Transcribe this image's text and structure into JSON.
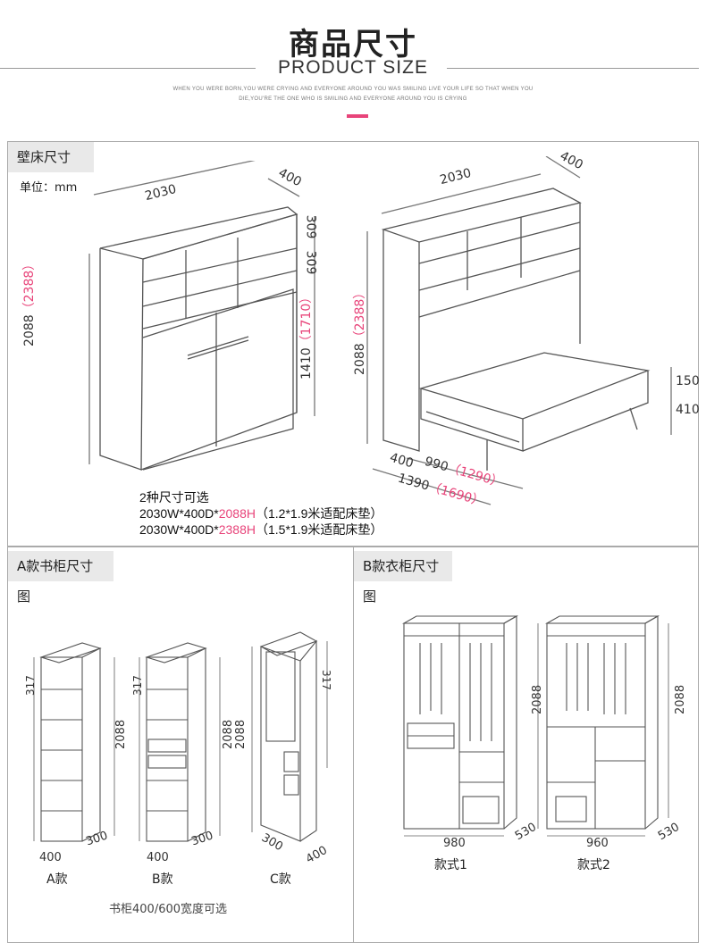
{
  "header": {
    "title_cn": "商品尺寸",
    "title_en": "PRODUCT SIZE",
    "tagline_1": "WHEN YOU WERE BORN,YOU WERE CRYING AND EVERYONE AROUND YOU WAS SMILING LIVE YOUR LIFE SO THAT WHEN YOU",
    "tagline_2": "DIE,YOU'RE THE ONE WHO IS SMILING AND EVERYONE AROUND YOU IS CRYING"
  },
  "bed_section": {
    "label": "壁床尺寸",
    "unit": "单位：mm",
    "options_title": "2种尺寸可选",
    "option_1_prefix": "2030W*400D*",
    "option_1_height": "2088H",
    "option_1_suffix": "（1.2*1.9米适配床垫）",
    "option_2_prefix": "2030W*400D*",
    "option_2_height": "2388H",
    "option_2_suffix": "（1.5*1.9米适配床垫）",
    "left_dims": {
      "width": "2030",
      "depth": "400",
      "shelf_1": "309",
      "shelf_2": "309",
      "height": "2088",
      "height_alt": "（2388）",
      "door": "1410",
      "door_alt": "（1710）"
    },
    "right_dims": {
      "width": "2030",
      "depth": "400",
      "height": "2088",
      "height_alt": "（2388）",
      "mattress": "150",
      "bed_height": "410",
      "base_depth": "400",
      "bed_len": "990",
      "bed_len_alt": "（1290）",
      "total": "1390",
      "total_alt": "（1690）"
    }
  },
  "bookcase_section": {
    "label": "A款书柜尺寸图",
    "units": [
      {
        "caption": "A款",
        "height": "2088",
        "top": "317",
        "width": "400",
        "depth": "300"
      },
      {
        "caption": "B款",
        "height": "2088",
        "top": "317",
        "width": "400",
        "depth": "300"
      },
      {
        "caption": "C款",
        "height": "2088",
        "top": "317",
        "width": "300",
        "depth": "400"
      }
    ],
    "note": "书柜400/600宽度可选"
  },
  "wardrobe_section": {
    "label": "B款衣柜尺寸图",
    "units": [
      {
        "caption": "款式1",
        "height": "2088",
        "width": "980",
        "depth": "530"
      },
      {
        "caption": "款式2",
        "height": "2088",
        "width": "960",
        "depth": "530"
      }
    ]
  },
  "colors": {
    "accent": "#e8447a",
    "line": "#555555",
    "label_bg": "#e9e9e9"
  }
}
